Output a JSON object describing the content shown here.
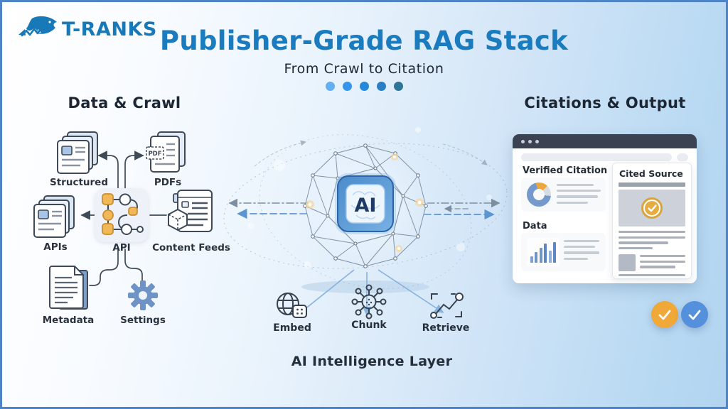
{
  "brand": {
    "name": "T-RANKS"
  },
  "header": {
    "title": "Publisher-Grade RAG Stack",
    "subtitle": "From Crawl to Citation",
    "progress_dot_colors": [
      "#64aef1",
      "#3595ea",
      "#2688dd",
      "#2b7ec4",
      "#2d7598"
    ]
  },
  "left": {
    "heading": "Data & Crawl",
    "pdf_badge": "PDF",
    "nodes": [
      {
        "label": "Structured"
      },
      {
        "label": "PDFs"
      },
      {
        "label": "APIs"
      },
      {
        "label": "API"
      },
      {
        "label": "Content Feeds"
      },
      {
        "label": "Metadata"
      },
      {
        "label": "Settings"
      }
    ]
  },
  "center": {
    "chip": "AI",
    "steps": [
      {
        "label": "Embed"
      },
      {
        "label": "Chunk"
      },
      {
        "label": "Retrieve"
      }
    ],
    "caption": "AI Intelligence Layer"
  },
  "right": {
    "heading": "Citations & Output",
    "window": {
      "verified_citation": "Verified Citation",
      "data_label": "Data",
      "cited_source": "Cited Source"
    }
  },
  "colors": {
    "brand_blue": "#1779b8",
    "title_blue": "#1a7cbe",
    "frame_border": "#4e83c6",
    "heading_dark": "#1d2734",
    "accent_orange": "#eca63c",
    "badge_orange": "#f0a838",
    "badge_blue": "#5590dc",
    "window_header": "#3b4251",
    "chart_blue": "#6d95c9"
  }
}
